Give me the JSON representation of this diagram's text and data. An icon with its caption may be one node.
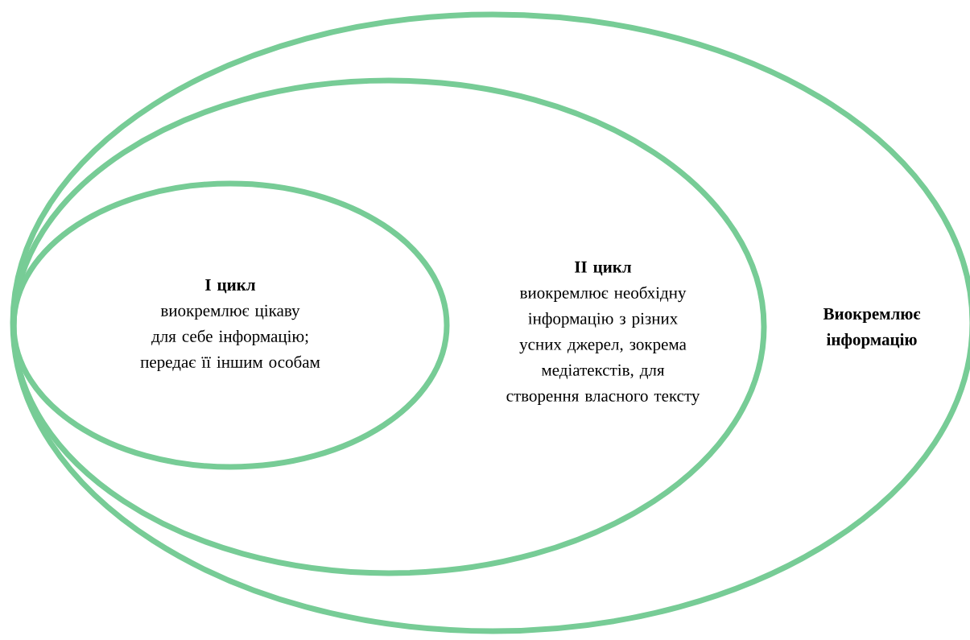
{
  "diagram": {
    "nodes": [
      {
        "text": [
          "Виокремлює інформацію"
        ]
      },
      {
        "text": [
          "II цикл",
          "виокремлює необхідну інформацію з різних усних джерел, зокрема медіатекстів, для створення власного тексту"
        ],
        "in": 0
      },
      {
        "text": [
          "I цикл",
          "виокремлює цікаву для себе інформацію; передає її іншим особам"
        ],
        "in": 1
      }
    ]
  }
}
